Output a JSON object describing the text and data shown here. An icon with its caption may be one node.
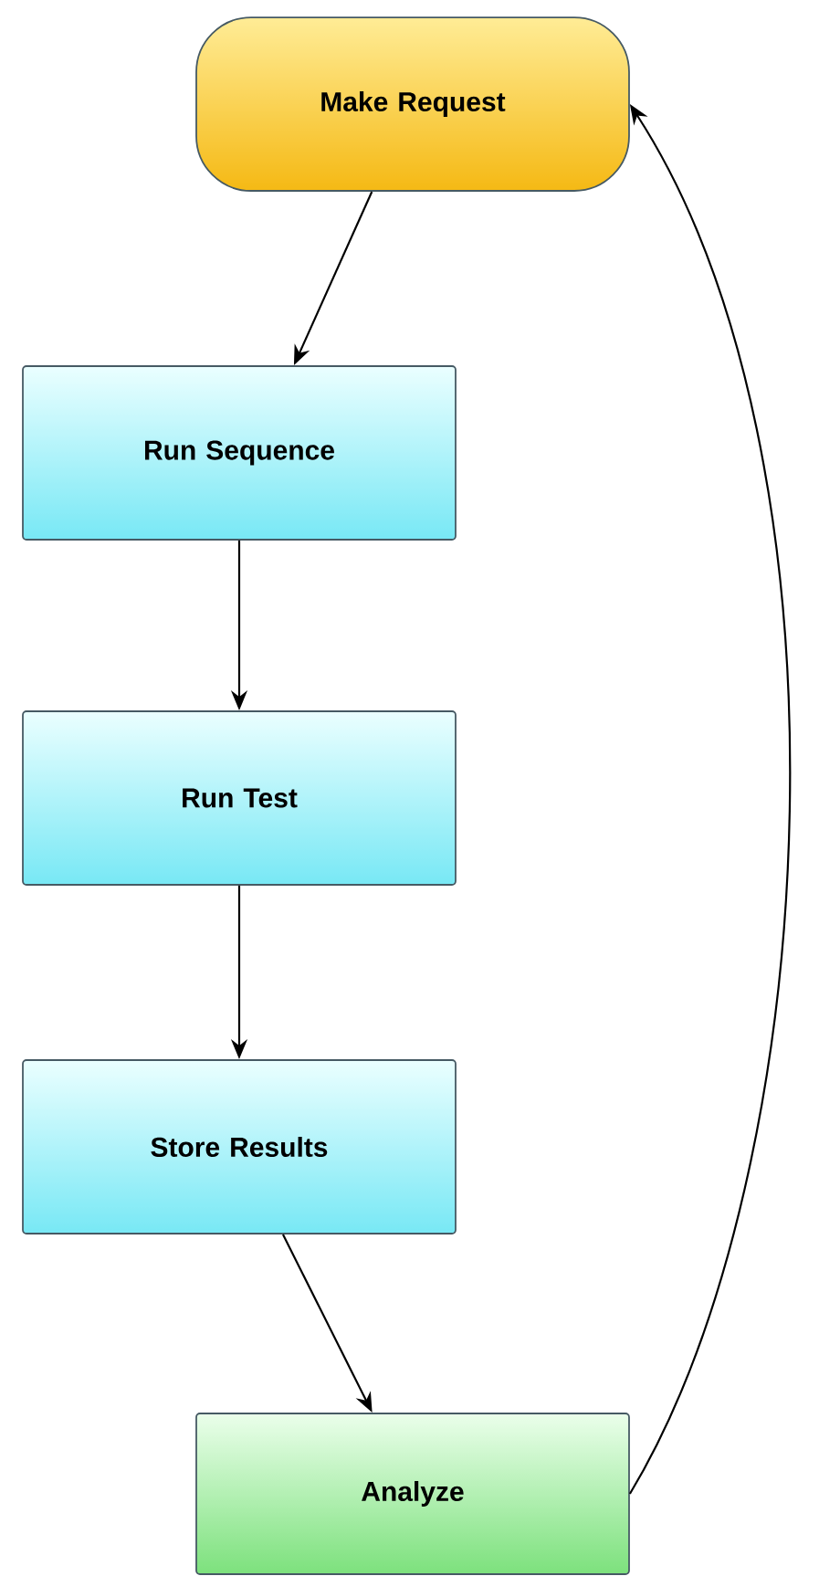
{
  "diagram": {
    "nodes": [
      {
        "text": [
          "Make Request"
        ]
      },
      {
        "text": [
          "Run Sequence"
        ]
      },
      {
        "text": [
          "Run Test"
        ]
      },
      {
        "text": [
          "Store Results"
        ]
      },
      {
        "text": [
          "Analyze"
        ]
      }
    ],
    "edges": [
      {
        "from": 0,
        "to": 1,
        "arrow": "to"
      },
      {
        "from": 1,
        "to": 2,
        "arrow": "to"
      },
      {
        "from": 2,
        "to": 3,
        "arrow": "to"
      },
      {
        "from": 3,
        "to": 4,
        "arrow": "to"
      },
      {
        "from": 4,
        "to": 0,
        "arrow": "to"
      }
    ]
  }
}
